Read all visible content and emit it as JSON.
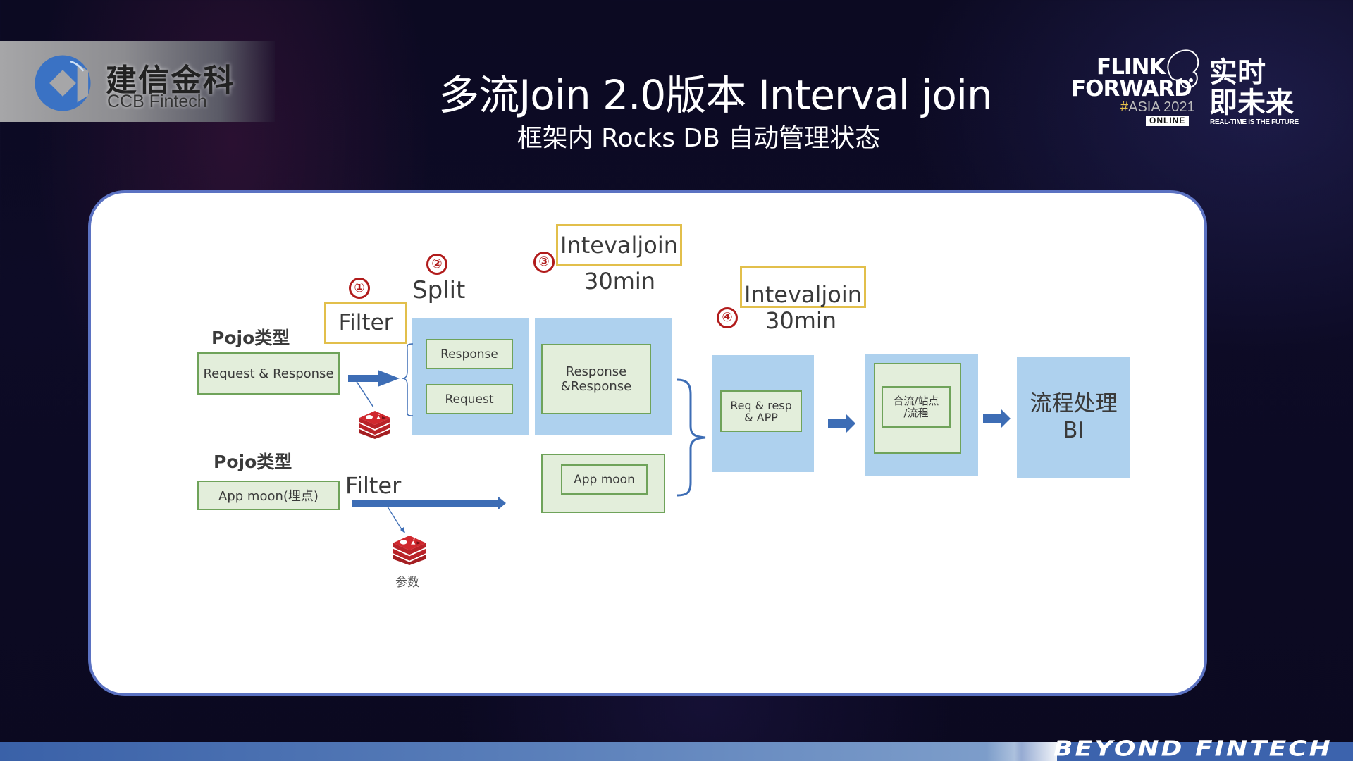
{
  "header": {
    "logo_cn": "建信金科",
    "logo_en": "CCB Fintech",
    "title": "多流Join 2.0版本 Interval join",
    "subtitle": "框架内 Rocks DB 自动管理状态",
    "event": {
      "line1": "FLINK",
      "line2": "FORWARD",
      "hash": "#",
      "region": "ASIA 2021",
      "badge": "ONLINE",
      "slogan_cn_1": "实时",
      "slogan_cn_2": "即未来",
      "slogan_en": "REAL-TIME IS THE FUTURE"
    }
  },
  "diagram": {
    "source1": {
      "type_label": "Pojo类型",
      "box": "Request & Response"
    },
    "source2": {
      "type_label": "Pojo类型",
      "box": "App moon(埋点)"
    },
    "step1": {
      "number": "①",
      "label": "Filter"
    },
    "step2": {
      "number": "②",
      "label": "Split",
      "outputs": [
        "Response",
        "Request"
      ]
    },
    "step3": {
      "number": "③",
      "label": "Intevaljoin",
      "window": "30min",
      "output": "Response\n&Response"
    },
    "filter2": {
      "label": "Filter"
    },
    "app_moon": "App moon",
    "redis_label": "参数",
    "step4": {
      "number": "④",
      "label": "Intevaljoin",
      "window": "30min",
      "output_line1": "Req & resp",
      "output_line2": "& APP"
    },
    "merge": {
      "line1": "合流/站点",
      "line2": "/流程"
    },
    "final": {
      "line1": "流程处理",
      "line2": "BI"
    }
  },
  "footer": {
    "text": "BEYOND FINTECH"
  },
  "colors": {
    "accent_blue": "#3d6db5",
    "box_blue": "#aed1ee",
    "box_green": "#e3eedb",
    "highlight_yellow": "#e2bf4b",
    "step_red": "#b11b1b",
    "panel_border": "#5b72c2"
  }
}
